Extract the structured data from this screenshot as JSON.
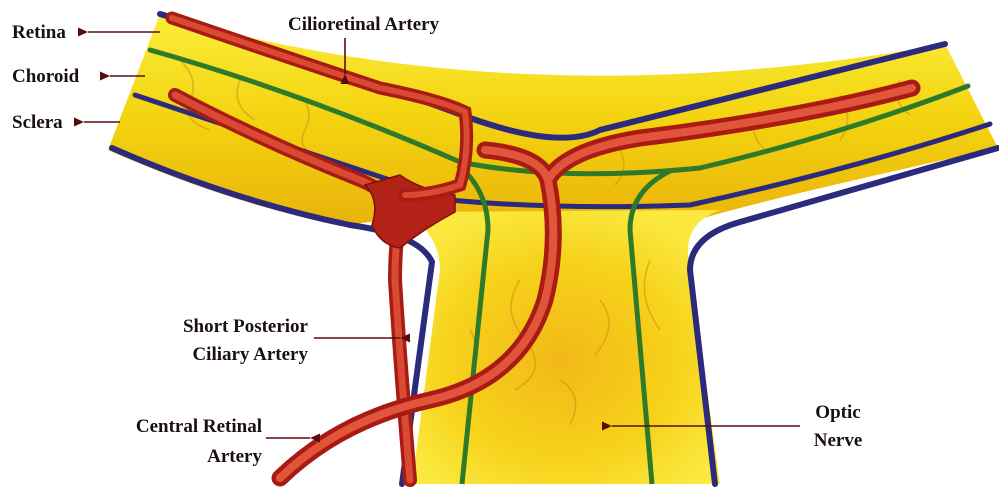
{
  "labels": {
    "retina": "Retina",
    "choroid": "Choroid",
    "sclera": "Sclera",
    "cilioretinal_artery": "Cilioretinal Artery",
    "short_posterior_line1": "Short Posterior",
    "short_posterior_line2": "Ciliary Artery",
    "central_retinal_line1": "Central Retinal",
    "central_retinal_line2": "Artery",
    "optic_nerve_line1": "Optic",
    "optic_nerve_line2": "Nerve"
  },
  "colors": {
    "tissue": "#f6e200",
    "tissue_shade": "#e0a400",
    "sclera_border": "#2c2a7c",
    "choroid_line": "#2f7a2a",
    "artery": "#c0261a",
    "artery_highlight": "#e8553c",
    "pointer": "#5a0c0c"
  }
}
